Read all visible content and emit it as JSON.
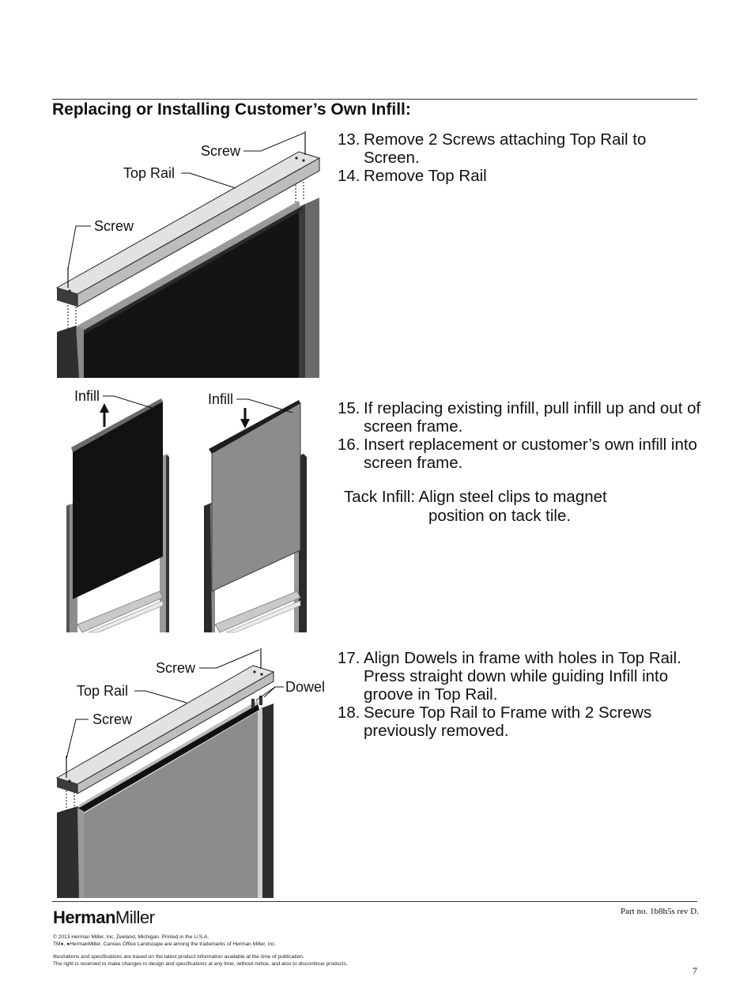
{
  "section_title": "Replacing or Installing Customer’s Own  Infill:",
  "steps_group_1": [
    {
      "num": "13.",
      "text": "Remove 2 Screws attaching Top Rail to Screen."
    },
    {
      "num": "14.",
      "text": "Remove Top Rail"
    }
  ],
  "steps_group_2": [
    {
      "num": "15.",
      "text": "If replacing existing infill, pull infill up and out of screen frame."
    },
    {
      "num": "16.",
      "text": "Insert replacement or customer’s own infill into screen frame."
    }
  ],
  "tack_note": {
    "line1": "Tack Infill: Align steel clips to magnet",
    "line2": "position on tack tile."
  },
  "steps_group_3": [
    {
      "num": "17.",
      "text": "Align Dowels in frame with holes in Top Rail.  Press straight down while guiding Infill into groove in Top Rail."
    },
    {
      "num": "18.",
      "text": "Secure Top Rail to Frame with 2 Screws previously removed."
    }
  ],
  "figure_1_labels": {
    "screw_top": "Screw",
    "top_rail": "Top Rail",
    "screw_left": "Screw"
  },
  "figure_2_labels": {
    "infill_up": "Infill",
    "infill_down": "Infill"
  },
  "figure_3_labels": {
    "screw_top": "Screw",
    "top_rail": "Top Rail",
    "screw_left": "Screw",
    "dowel": "Dowel"
  },
  "footer": {
    "logo_bold": "Herman",
    "logo_regular": "Miller",
    "part_number": "Part no. 1b8h5s rev D.",
    "copyright": "© 2013 Herman Miller, Inc. Zeeland, Michigan. Printed in the U.S.A.",
    "trademarks": "TM●, ●HermanMiller, Canvas Office Landscape are among the trademarks of Herman Miller, Inc.",
    "disclaimer_1": "Illustrations and specifications are based on the latest product information available at the time of publication.",
    "disclaimer_2": "The right is reserved to make changes in design and specifications at any time, without notice, and also to discontinue products.",
    "page_number": "7"
  },
  "colors": {
    "frame_dark": "#2b2b2b",
    "infill_black": "#141414",
    "infill_gray": "#8a8a8a",
    "rail_light": "#d9d9d9"
  }
}
